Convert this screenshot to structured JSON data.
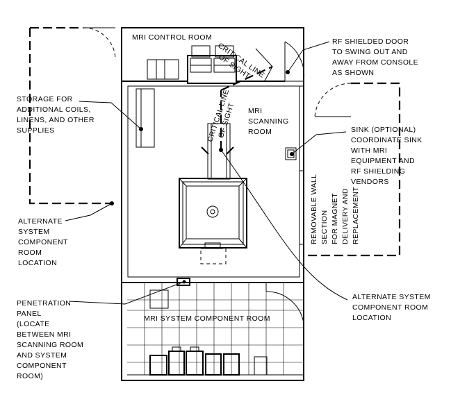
{
  "rooms": {
    "control_room": "MRI CONTROL ROOM",
    "scanning_room": [
      "MRI",
      "SCANNING",
      "ROOM"
    ],
    "component_room": "MRI SYSTEM COMPONENT ROOM"
  },
  "sightlines": {
    "upper": [
      "CRITICAL LINE",
      "OF SIGHT"
    ],
    "lower": [
      "CRITICAL LINE",
      "OF SIGHT"
    ]
  },
  "callouts": {
    "rf_door": [
      "RF SHIELDED DOOR",
      "TO SWING OUT AND",
      "AWAY FROM CONSOLE",
      "AS SHOWN"
    ],
    "storage": [
      "STORAGE FOR",
      "ADDITIONAL COILS,",
      "LINENS, AND OTHER",
      "SUPPLIES"
    ],
    "sink": [
      "SINK (OPTIONAL)",
      "COORDINATE SINK",
      "WITH MRI",
      "EQUIPMENT AND",
      "RF SHIELDING",
      "VENDORS"
    ],
    "removable_wall": [
      "REMOVABLE WALL",
      "SECTION",
      "FOR MAGNET",
      "DELIVERY AND",
      "REPLACEMENT"
    ],
    "alt_left": [
      "ALTERNATE",
      "SYSTEM",
      "COMPONENT",
      "ROOM",
      "LOCATION"
    ],
    "alt_right": [
      "ALTERNATE SYSTEM",
      "COMPONENT ROOM",
      "LOCATION"
    ],
    "penetration": [
      "PENETRATION",
      "PANEL",
      "(LOCATE",
      "BETWEEN MRI",
      "SCANNING ROOM",
      "AND SYSTEM",
      "COMPONENT",
      "ROOM)"
    ]
  }
}
